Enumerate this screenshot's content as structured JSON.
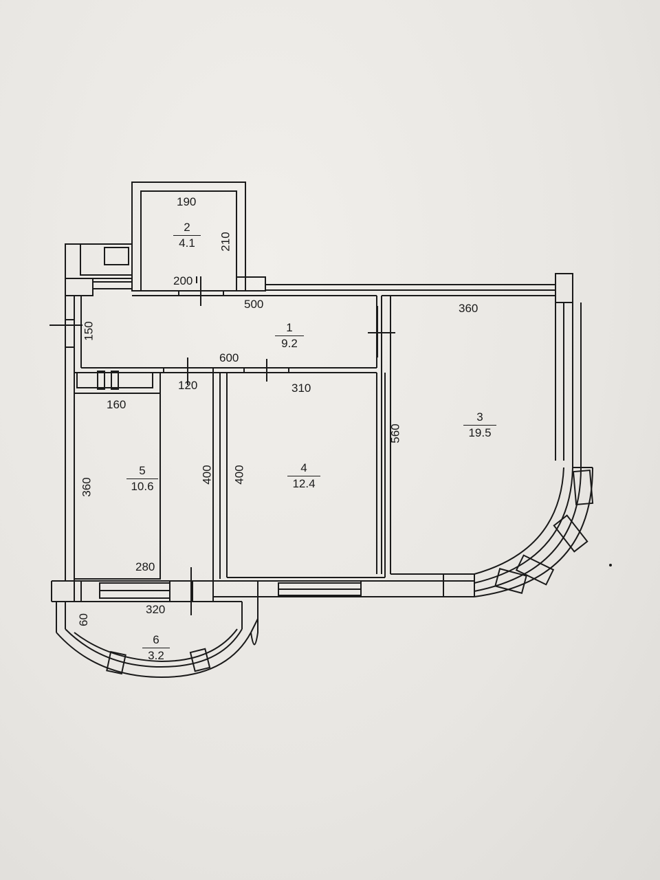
{
  "rooms": [
    {
      "number": "1",
      "area": "9.2"
    },
    {
      "number": "2",
      "area": "4.1"
    },
    {
      "number": "3",
      "area": "19.5"
    },
    {
      "number": "4",
      "area": "12.4"
    },
    {
      "number": "5",
      "area": "10.6"
    },
    {
      "number": "6",
      "area": "3.2"
    }
  ],
  "dimensions": {
    "d190": "190",
    "d210": "210",
    "d200": "200",
    "d500": "500",
    "d150": "150",
    "d600": "600",
    "d120": "120",
    "d160": "160",
    "d310": "310",
    "d360_top": "360",
    "d560": "560",
    "d400_left": "400",
    "d400_right": "400",
    "d360_left": "360",
    "d280": "280",
    "d320": "320",
    "d60": "60"
  },
  "colors": {
    "ink": "#1a1a1a",
    "paper": "#eceae6"
  }
}
